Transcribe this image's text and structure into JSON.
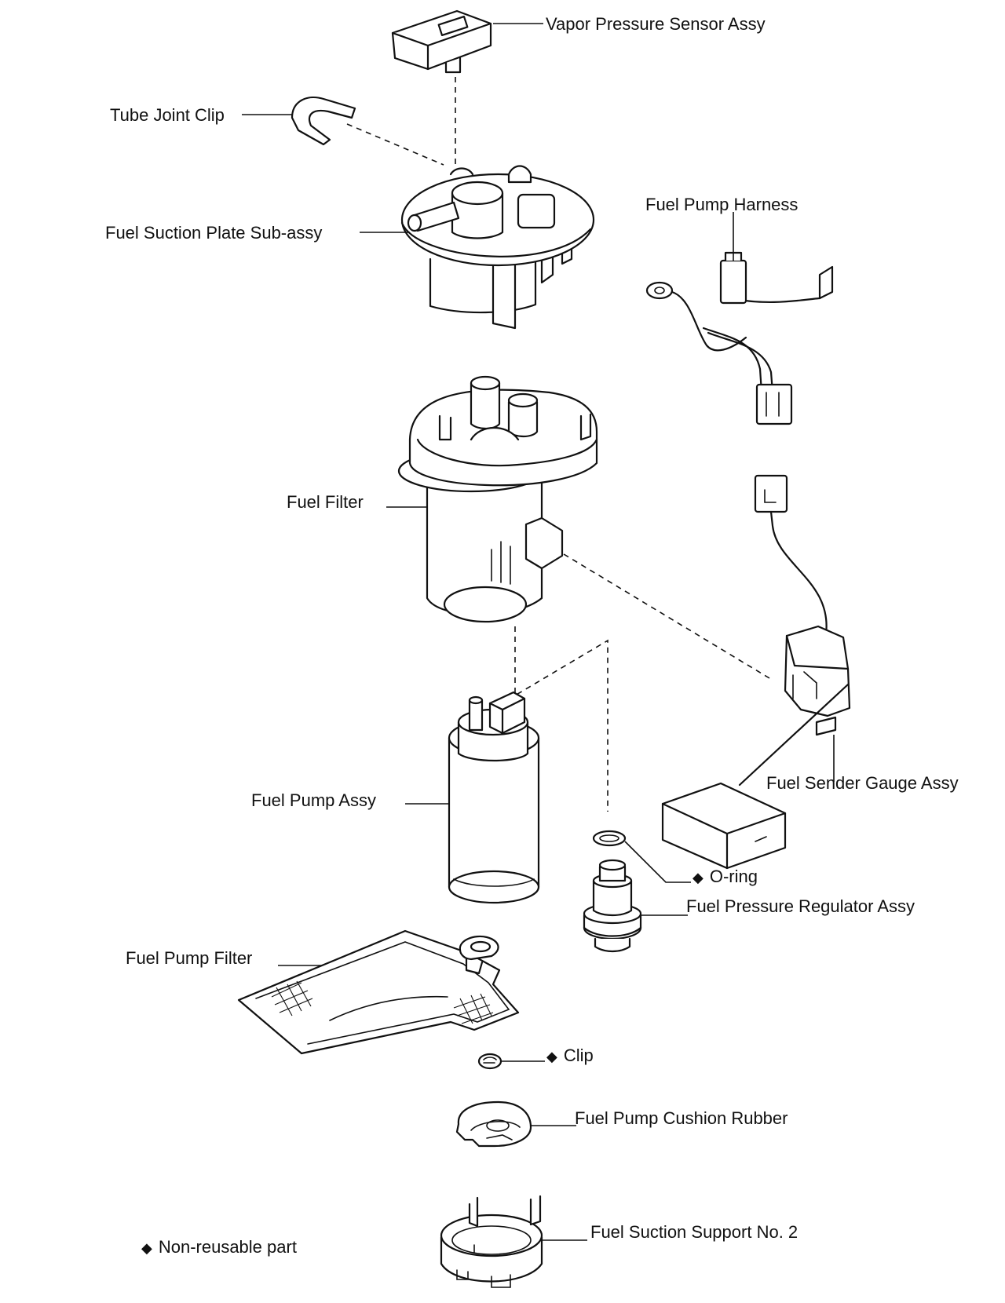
{
  "labels": {
    "vapor_pressure_sensor": "Vapor Pressure Sensor Assy",
    "tube_joint_clip": "Tube Joint Clip",
    "fuel_suction_plate": "Fuel Suction Plate Sub-assy",
    "fuel_pump_harness": "Fuel Pump Harness",
    "fuel_filter": "Fuel Filter",
    "fuel_pump_assy": "Fuel Pump Assy",
    "fuel_sender_gauge": "Fuel Sender Gauge Assy",
    "o_ring": "O-ring",
    "fuel_pressure_regulator": "Fuel Pressure Regulator Assy",
    "fuel_pump_filter": "Fuel Pump Filter",
    "clip": "Clip",
    "fuel_pump_cushion_rubber": "Fuel Pump Cushion Rubber",
    "fuel_suction_support": "Fuel Suction Support No. 2"
  },
  "legend": {
    "symbol": "◆",
    "text": "Non-reusable part"
  }
}
